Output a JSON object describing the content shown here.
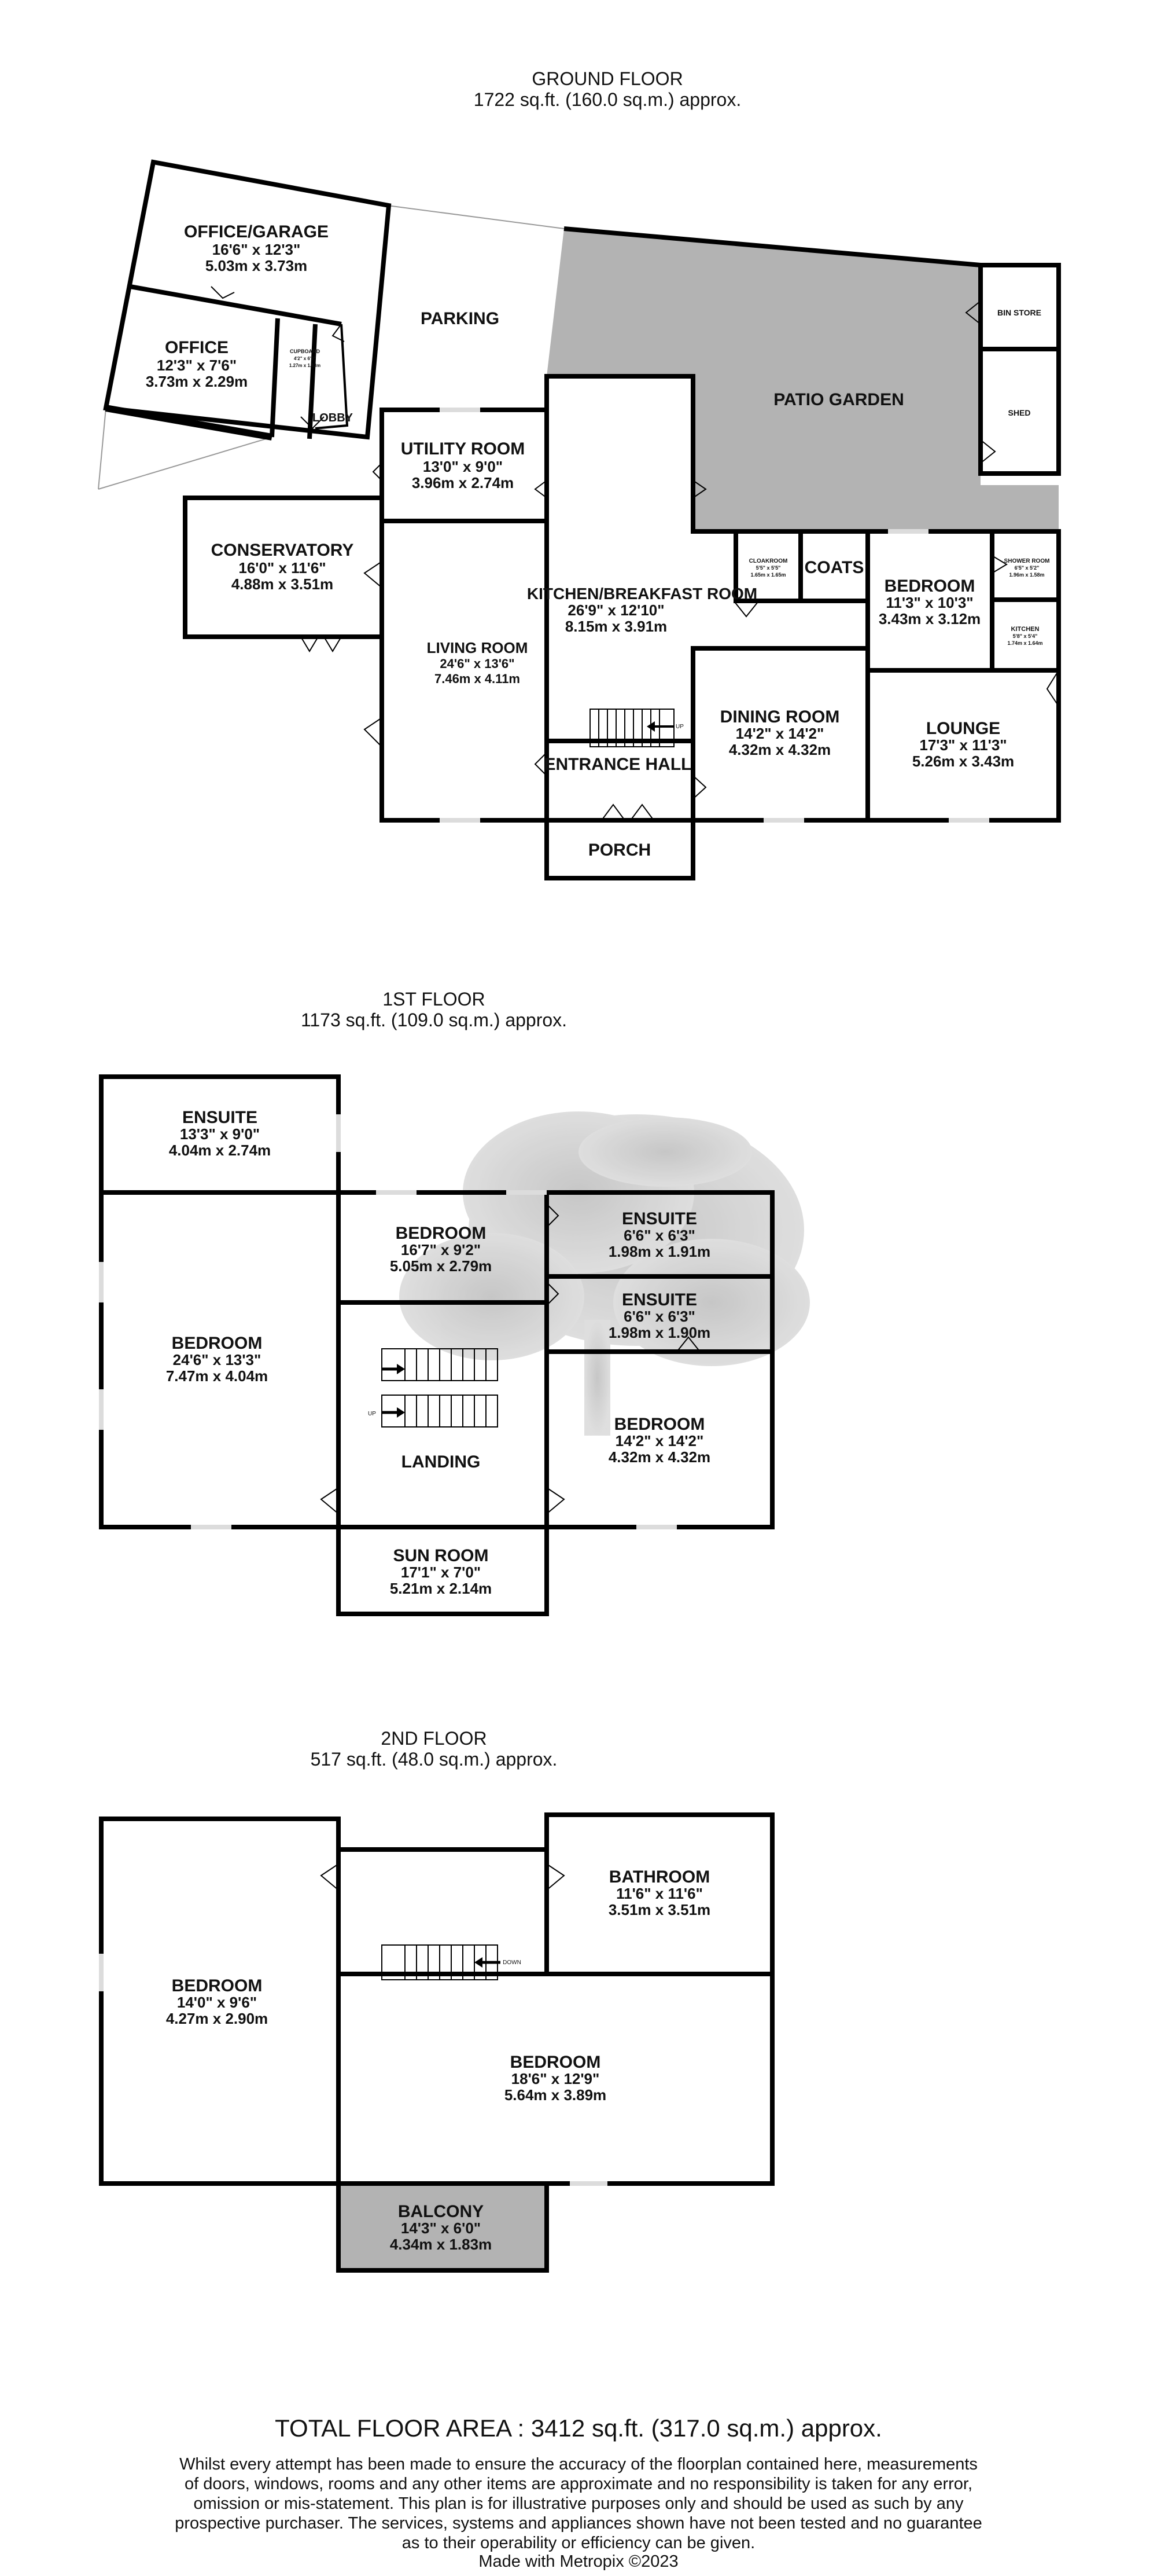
{
  "floors": {
    "ground": {
      "title": "GROUND FLOOR",
      "area": "1722 sq.ft. (160.0 sq.m.) approx."
    },
    "first": {
      "title": "1ST FLOOR",
      "area": "1173 sq.ft. (109.0 sq.m.) approx."
    },
    "second": {
      "title": "2ND FLOOR",
      "area": "517 sq.ft. (48.0 sq.m.) approx."
    }
  },
  "rooms": {
    "office_garage": [
      "OFFICE/GARAGE",
      "16'6\"  x 12'3\"",
      "5.03m  x 3.73m"
    ],
    "office": [
      "OFFICE",
      "12'3\"  x 7'6\"",
      "3.73m  x 2.29m"
    ],
    "cupboard": [
      "CUPBOARD",
      "4'2\" x 6'0\"",
      "1.27m x 1.83m"
    ],
    "lobby": [
      "LOBBY"
    ],
    "parking": [
      "PARKING"
    ],
    "patio_garden": [
      "PATIO GARDEN"
    ],
    "bin_store": [
      "BIN STORE"
    ],
    "shed": [
      "SHED"
    ],
    "utility_room": [
      "UTILITY ROOM",
      "13'0\"  x 9'0\"",
      "3.96m  x 2.74m"
    ],
    "conservatory": [
      "CONSERVATORY",
      "16'0\"  x 11'6\"",
      "4.88m  x 3.51m"
    ],
    "living_room": [
      "LIVING ROOM",
      "24'6\"  x 13'6\"",
      "7.46m  x 4.11m"
    ],
    "kitchen": [
      "KITCHEN/BREAKFAST ROOM",
      "26'9\"  x 12'10\"",
      "8.15m  x 3.91m"
    ],
    "cloakroom": [
      "CLOAKROOM",
      "5'5\" x 5'5\"",
      "1.65m x 1.65m"
    ],
    "coats": [
      "COATS"
    ],
    "bedroom_g": [
      "BEDROOM",
      "11'3\"  x 10'3\"",
      "3.43m  x 3.12m"
    ],
    "shower_room": [
      "SHOWER ROOM",
      "6'5\" x 5'2\"",
      "1.96m x 1.58m"
    ],
    "kitchen_small": [
      "KITCHEN",
      "5'8\" x 5'4\"",
      "1.74m x 1.64m"
    ],
    "dining_room": [
      "DINING ROOM",
      "14'2\"  x 14'2\"",
      "4.32m  x 4.32m"
    ],
    "lounge": [
      "LOUNGE",
      "17'3\"  x 11'3\"",
      "5.26m  x 3.43m"
    ],
    "entrance_hall": [
      "ENTRANCE HALL"
    ],
    "porch": [
      "PORCH"
    ],
    "ensuite_1": [
      "ENSUITE",
      "13'3\"  x 9'0\"",
      "4.04m  x 2.74m"
    ],
    "bedroom_1a": [
      "BEDROOM",
      "24'6\"  x 13'3\"",
      "7.47m  x 4.04m"
    ],
    "bedroom_1b": [
      "BEDROOM",
      "16'7\"  x 9'2\"",
      "5.05m  x 2.79m"
    ],
    "ensuite_2": [
      "ENSUITE",
      "6'6\"  x 6'3\"",
      "1.98m  x 1.91m"
    ],
    "ensuite_3": [
      "ENSUITE",
      "6'6\"  x 6'3\"",
      "1.98m  x 1.90m"
    ],
    "bedroom_1c": [
      "BEDROOM",
      "14'2\"  x 14'2\"",
      "4.32m  x 4.32m"
    ],
    "landing": [
      "LANDING"
    ],
    "sun_room": [
      "SUN ROOM",
      "17'1\"  x 7'0\"",
      "5.21m  x 2.14m"
    ],
    "bedroom_2a": [
      "BEDROOM",
      "14'0\"  x 9'6\"",
      "4.27m  x 2.90m"
    ],
    "bathroom": [
      "BATHROOM",
      "11'6\"  x 11'6\"",
      "3.51m  x 3.51m"
    ],
    "bedroom_2b": [
      "BEDROOM",
      "18'6\"  x 12'9\"",
      "5.64m  x 3.89m"
    ],
    "balcony": [
      "BALCONY",
      "14'3\"  x 6'0\"",
      "4.34m  x 1.83m"
    ]
  },
  "stair_labels": {
    "up_ground": "UP",
    "up_first": "UP",
    "down_second": "DOWN"
  },
  "footer": {
    "total": "TOTAL FLOOR AREA : 3412 sq.ft. (317.0 sq.m.) approx.",
    "disclaimer": [
      "Whilst every attempt has been made to ensure the accuracy of the floorplan contained here, measurements",
      "of doors, windows, rooms and any other items are approximate and no responsibility is taken for any error,",
      "omission or mis-statement. This plan is for illustrative purposes only and should be used as such by any",
      "prospective purchaser. The services, systems and appliances shown have not been tested and no guarantee",
      "as to their operability or efficiency can be given."
    ],
    "made_with": "Made with Metropix ©2023"
  },
  "colors": {
    "wall": "#000000",
    "outdoor_fill": "#b3b3b3",
    "tree": "#c8c8c8",
    "window": "#dcdcdc"
  }
}
